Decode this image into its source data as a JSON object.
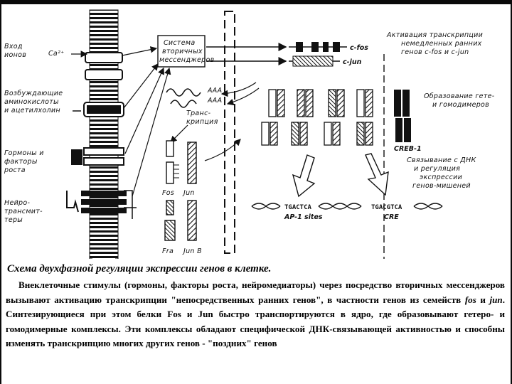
{
  "figure": {
    "labels": {
      "ion_input": [
        "Вход",
        "ионов"
      ],
      "ca": "Ca²⁺",
      "excitatory_amino_acids": [
        "Возбуждающие",
        "аминокислоты",
        "и ацетилхолин"
      ],
      "hormones": [
        "Гормоны и",
        "факторы",
        "роста"
      ],
      "neurotransmitters": [
        "Нейро-",
        "трансмит-",
        "теры"
      ],
      "second_messengers": [
        "Система",
        "вторичных",
        "мессенджеров"
      ],
      "transcription": [
        "Транс-",
        "крипция"
      ],
      "c_fos": "c-fos",
      "c_jun": "c-jun",
      "activation_transcription": [
        "Активация транскрипции",
        "немедленных ранних",
        "генов c-fos и c-jun"
      ],
      "formation_dimers": [
        "Образование гете-",
        "и гомодимеров"
      ],
      "fos": "Fos",
      "jun": "Jun",
      "fra": "Fra",
      "jun_b": "Jun B",
      "creb": "CREB-1",
      "binding": [
        "Связывание с ДНК",
        "и регуляция",
        "экспрессии",
        "генов-мишеней"
      ],
      "ap1_seq": "TGACTCA",
      "ap1_site": "AP-1 sites",
      "cre_seq": "TGACGTCA",
      "cre_site": "CRE"
    }
  },
  "caption": {
    "title": "Схема двухфазной регуляции экспрессии генов в клетке.",
    "body_1": "Внеклеточные стимулы (гормоны, факторы роста, нейромедиаторы) через посредство вторичных мессенджеров вызывают активацию транскрипции \"непосредственных ранних генов\", в частности генов из семейств ",
    "fos": "fos",
    "and": " и ",
    "jun": "jun",
    "body_2": ". Синтезирующиеся при этом белки Fos и Jun быстро транспортируются в ядро, где образовывают гетеро- и гомодимерные комплексы. Эти комплексы обладают специфической ДНК-связывающей активностью и способны изменять транскрипцию многих других генов - \"поздних\" генов"
  }
}
